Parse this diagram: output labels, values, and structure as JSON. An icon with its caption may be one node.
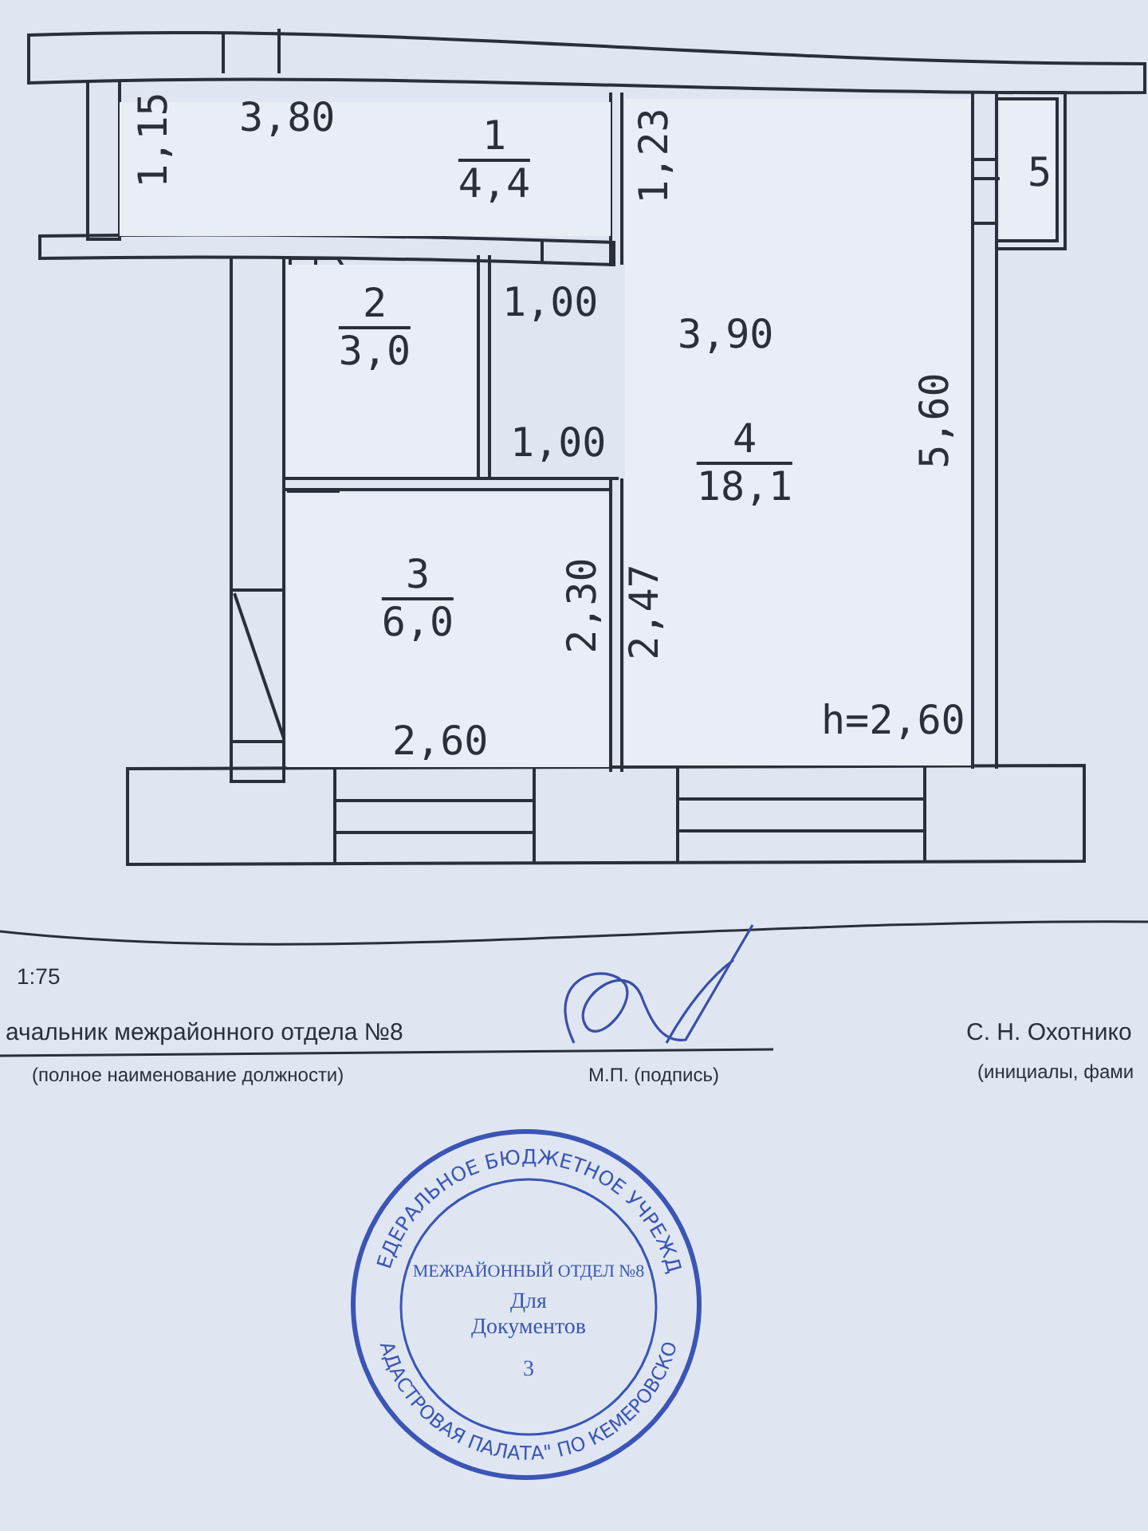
{
  "diagram": {
    "nodes": [
      {
        "text": [
          "1",
          "4,4"
        ]
      },
      {
        "text": [
          "5"
        ]
      },
      {
        "text": [
          "2",
          "3,0"
        ]
      },
      {
        "text": [
          "4",
          "18,1"
        ]
      },
      {
        "text": [
          "3",
          "6,0"
        ]
      },
      {
        "text": [
          "ФЕДЕРАЛЬНОЕ БЮДЖЕТНОЕ УЧРЕЖДЕ",
          "АДАСТРОВАЯ ПАЛАТА\" ПО КЕМЕРОВСКО",
          "МЕЖРАЙОННЫЙ ОТДЕЛ №8",
          "Для Документов",
          "3"
        ]
      }
    ],
    "labels": [
      "1,15",
      "3,80",
      "1,23",
      "1,00",
      "3,90",
      "5,60",
      "1,00",
      "2,30",
      "2,47",
      "2,60",
      "h=2,60",
      "1:75",
      "ачальник межрайонного отдела №8",
      "М.П. (подпись)",
      "С. Н. Охотнико",
      "(полное наименование должности)",
      "(инициалы, фами"
    ]
  }
}
